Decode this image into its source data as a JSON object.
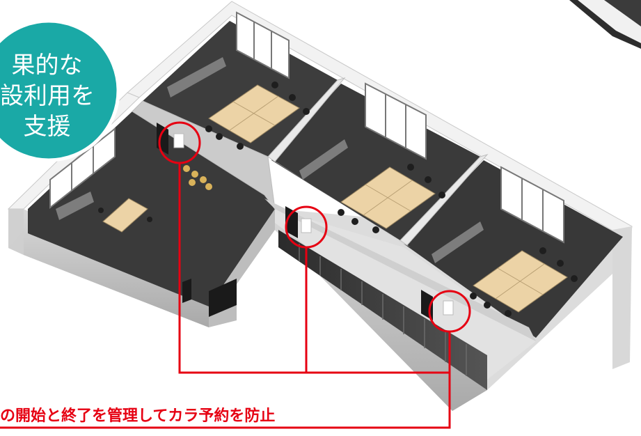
{
  "badge": {
    "lines": [
      "果的な",
      "設利用を",
      "支援"
    ],
    "color": "#1aa9a6"
  },
  "caption": {
    "text": "の開始と終了を管理してカラ予約を防止",
    "color": "#e60012"
  },
  "colors": {
    "wall_top": "#efefef",
    "wall_side": "#c9c9c9",
    "floor": "#3a3a3a",
    "table": "#ecd3a6",
    "window": "#ffffff",
    "callout": "#e60012"
  }
}
